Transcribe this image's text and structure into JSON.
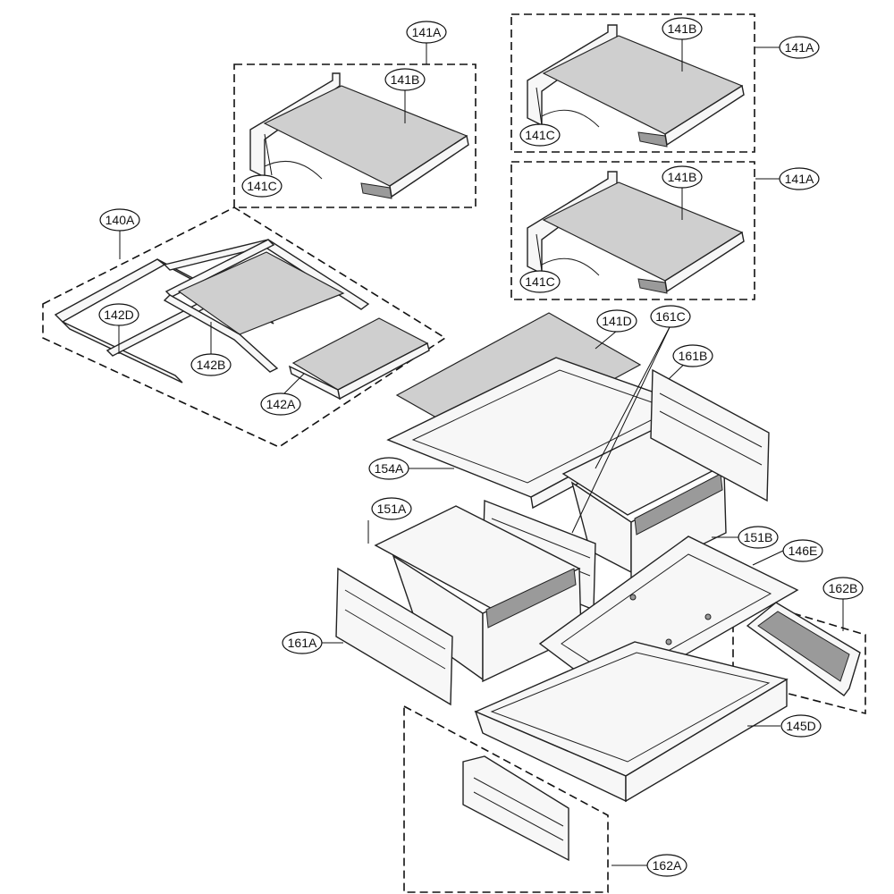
{
  "callouts": [
    {
      "id": "140A",
      "label": "140A"
    },
    {
      "id": "141A_1",
      "label": "141A"
    },
    {
      "id": "141A_2",
      "label": "141A"
    },
    {
      "id": "141A_3",
      "label": "141A"
    },
    {
      "id": "141B_1",
      "label": "141B"
    },
    {
      "id": "141B_2",
      "label": "141B"
    },
    {
      "id": "141B_3",
      "label": "141B"
    },
    {
      "id": "141C_1",
      "label": "141C"
    },
    {
      "id": "141C_2",
      "label": "141C"
    },
    {
      "id": "141C_3",
      "label": "141C"
    },
    {
      "id": "141D",
      "label": "141D"
    },
    {
      "id": "142A",
      "label": "142A"
    },
    {
      "id": "142B",
      "label": "142B"
    },
    {
      "id": "142D",
      "label": "142D"
    },
    {
      "id": "145D",
      "label": "145D"
    },
    {
      "id": "146E",
      "label": "146E"
    },
    {
      "id": "151A",
      "label": "151A"
    },
    {
      "id": "151B",
      "label": "151B"
    },
    {
      "id": "154A",
      "label": "154A"
    },
    {
      "id": "161A",
      "label": "161A"
    },
    {
      "id": "161B",
      "label": "161B"
    },
    {
      "id": "161C",
      "label": "161C"
    },
    {
      "id": "162A",
      "label": "162A"
    },
    {
      "id": "162B",
      "label": "162B"
    }
  ]
}
